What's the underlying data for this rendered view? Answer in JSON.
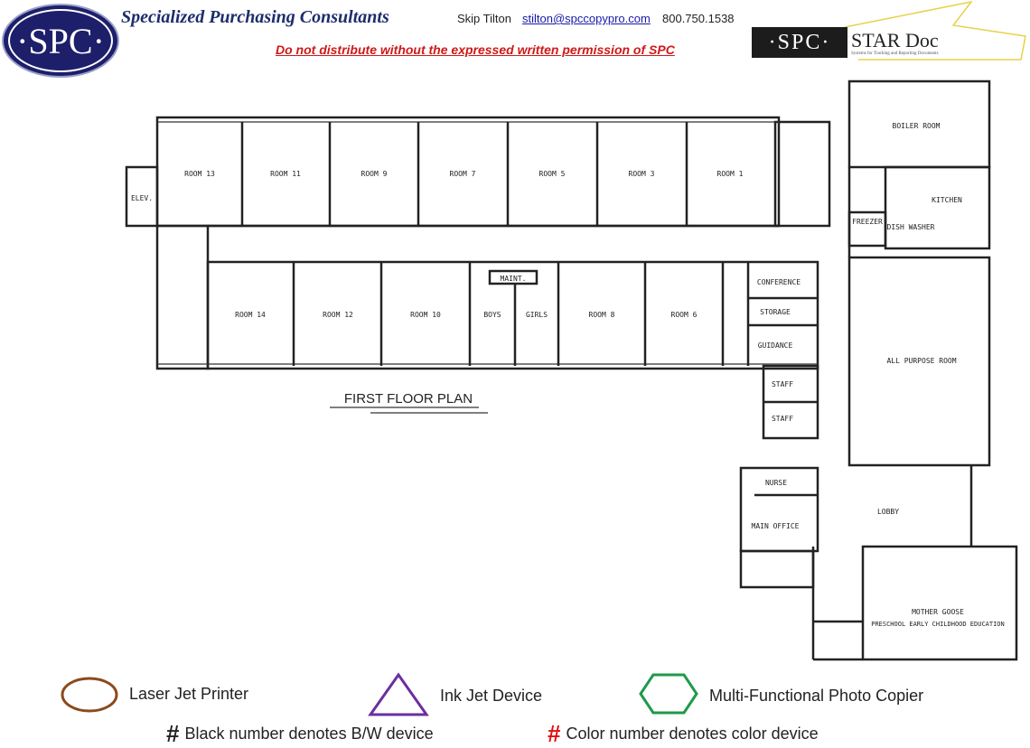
{
  "header": {
    "logo_text": "·SPC·",
    "company": "Specialized Purchasing Consultants",
    "contact_name": "Skip Tilton",
    "contact_email": "stilton@spccopypro.com",
    "contact_phone": "800.750.1538",
    "warning": "Do not distribute without the expressed written permission of SPC",
    "star_doc_logo": {
      "left": "·SPC·",
      "right": "STAR Doc",
      "tagline": "Systems for Tracking and Reporting Documents"
    }
  },
  "plan": {
    "title": "FIRST FLOOR PLAN",
    "rooms": {
      "room13": "ROOM 13",
      "room11": "ROOM 11",
      "room9": "ROOM 9",
      "room7": "ROOM 7",
      "room5": "ROOM 5",
      "room3": "ROOM 3",
      "room1": "ROOM 1",
      "room14": "ROOM 14",
      "room12": "ROOM 12",
      "room10": "ROOM 10",
      "room8": "ROOM 8",
      "room6": "ROOM 6",
      "elev": "ELEV.",
      "maint": "MAINT.",
      "boys": "BOYS",
      "girls": "GIRLS",
      "conference": "CONFERENCE",
      "storage": "STORAGE",
      "guidance": "GUIDANCE",
      "staff1": "STAFF",
      "staff2": "STAFF",
      "nurse": "NURSE",
      "main_office": "MAIN OFFICE",
      "lobby": "LOBBY",
      "boiler": "BOILER ROOM",
      "kitchen": "KITCHEN",
      "freezer": "FREEZER",
      "dishwasher": "DISH WASHER",
      "all_purpose": "ALL PURPOSE ROOM",
      "mother_goose": "MOTHER GOOSE",
      "mother_goose_sub": "PRESCHOOL EARLY CHILDHOOD EDUCATION"
    }
  },
  "legend": {
    "laser": {
      "label": "Laser Jet Printer",
      "color": "#8b4a1c"
    },
    "inkjet": {
      "label": "Ink Jet Device",
      "color": "#6a2fa0"
    },
    "mfp": {
      "label": "Multi-Functional Photo Copier",
      "color": "#1e9a4a"
    },
    "bw_symbol": "#",
    "bw_note": "Black number denotes B/W device",
    "color_symbol": "#",
    "color_note": "Color number denotes color device",
    "color_symbol_color": "#e01010"
  }
}
